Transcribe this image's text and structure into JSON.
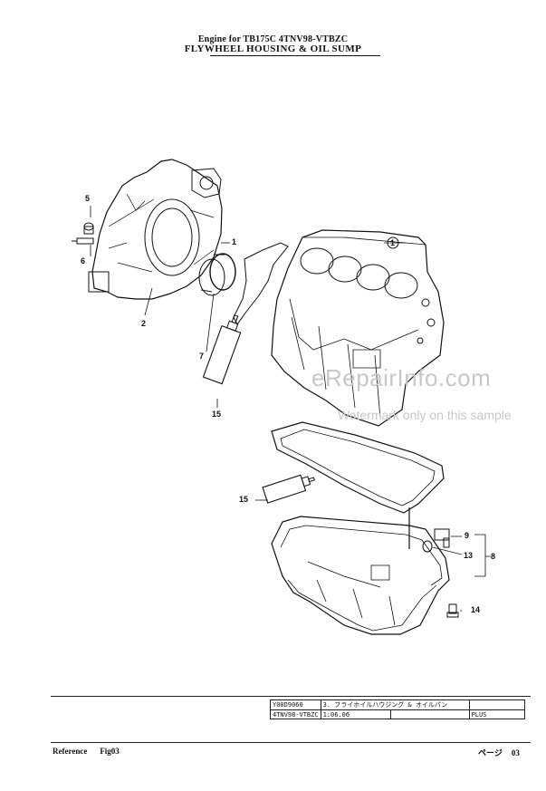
{
  "header": {
    "line1": "Engine for TB175C   4TNV98-VTBZC",
    "line2": "FLYWHEEL HOUSING & OIL SUMP"
  },
  "callouts": {
    "c5": "5",
    "c6": "6",
    "c1": "1",
    "c2": "2",
    "c7": "7",
    "c15a": "15",
    "c1b": "1",
    "c15b": "15",
    "c9": "9",
    "c13": "13",
    "c8": "8",
    "c14": "14"
  },
  "watermark": {
    "site": "eRepairInfo.com",
    "note": "Watermark only on this sample"
  },
  "info_table": {
    "r1c1": "Y00D9060",
    "r1c2": "3. フライホイルハウジング & オイルパン",
    "r2c1": "4TNV98-VTBZC",
    "r2c2": "1:06.06",
    "r2c3": "PLUS"
  },
  "footer": {
    "reference_label": "Reference",
    "fig": "Fig03",
    "page_label": "ページ",
    "page_num": "03"
  }
}
